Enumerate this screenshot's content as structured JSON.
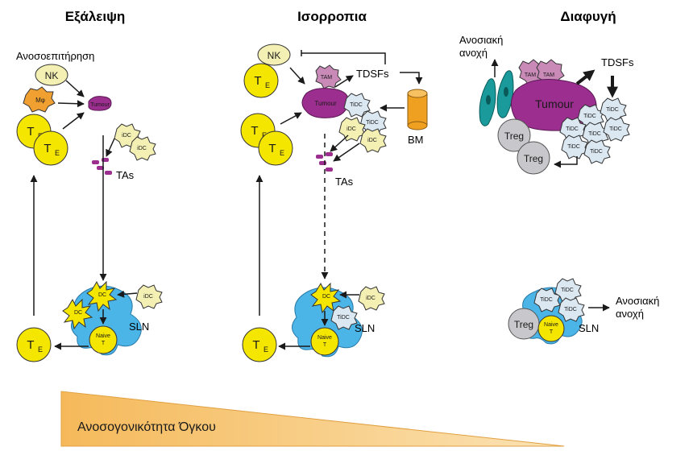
{
  "headers": {
    "elimination": "Εξάλειψη",
    "equilibrium": "Ισορροπια",
    "escape": "Διαφυγή"
  },
  "labels": {
    "immunosurveillance": "Ανοσοεπιτήρηση",
    "nk": "NK",
    "macrophage": "Mφ",
    "tumour": "Tumour",
    "idc": "iDC",
    "tidc": "TiDC",
    "tas": "TAs",
    "te_base": "T",
    "te_sub": "E",
    "dc": "DC",
    "naive_line1": "Naive",
    "naive_line2": "T",
    "sln": "SLN",
    "tam": "TAM",
    "tdsfs": "TDSFs",
    "bm": "BM",
    "treg": "Treg",
    "tolerance_line1": "Ανοσιακή",
    "tolerance_line2": "ανοχή",
    "gradient_label": "Ανοσογονικότητα Όγκου"
  },
  "colors": {
    "te_yellow": "#f5e600",
    "nk_cream": "#f4f0b4",
    "macrophage_orange": "#f0a030",
    "tumour_purple": "#9b2e8e",
    "tam_pink": "#c98ab8",
    "idc_cream": "#f4f0b4",
    "tidc_blue": "#dbe8f2",
    "sln_blue": "#4bb5e8",
    "bm_orange": "#f0a020",
    "treg_grey": "#c8c8cc",
    "teal_cell": "#1a9a9a",
    "gradient_fill": "#f5b95a"
  }
}
